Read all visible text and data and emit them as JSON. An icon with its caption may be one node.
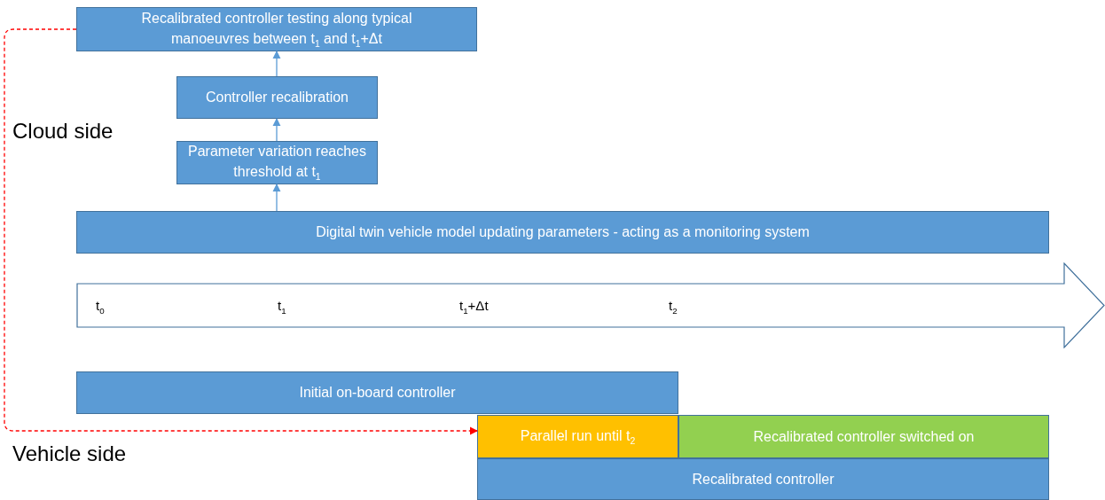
{
  "diagram": {
    "nodes": [
      {
        "text": [
          "Recalibrated controller testing along typical manoeuvres between t$_{1}$ and t$_{1}$+Δt"
        ]
      },
      {
        "text": [
          "Controller recalibration"
        ]
      },
      {
        "text": [
          "Parameter variation reaches threshold at t$_{1}$"
        ]
      },
      {
        "text": [
          "Digital twin vehicle model updating parameters - acting as a monitoring system"
        ]
      },
      {
        "text": [
          "t$_{0}$",
          "t$_{1}$",
          "t$_{1}$+Δt",
          "t$_{2}$"
        ]
      },
      {
        "text": [
          "Initial on-board controller"
        ]
      },
      {
        "text": [
          "Parallel run until t$_{2}$"
        ]
      },
      {
        "text": [
          "Recalibrated controller switched on"
        ]
      },
      {
        "text": [
          "Recalibrated controller"
        ]
      }
    ],
    "edges": [
      {
        "from": 3,
        "to": 2,
        "arrow": "to"
      },
      {
        "from": 2,
        "to": 1,
        "arrow": "to"
      },
      {
        "from": 1,
        "to": 0,
        "arrow": "to"
      },
      {
        "from": 0,
        "to": 6,
        "arrow": "to",
        "style": "dashed",
        "color": "#ff0000"
      }
    ],
    "labels": [
      "Cloud side",
      "Vehicle side"
    ]
  }
}
